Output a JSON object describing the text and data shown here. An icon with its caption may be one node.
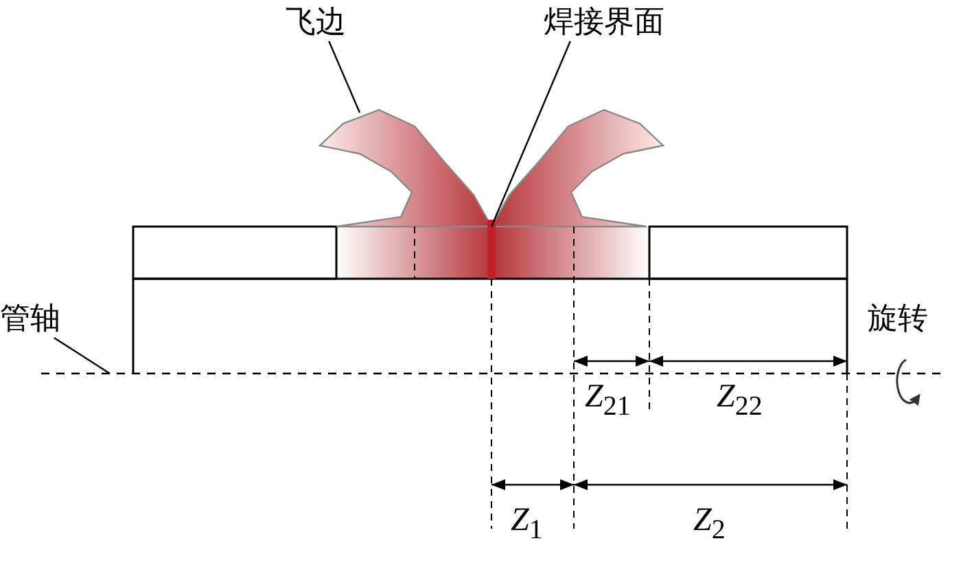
{
  "diagram": {
    "nodes": [
      {
        "text": [
          "飞边"
        ]
      },
      {
        "text": [],
        "shape": "picture"
      },
      {
        "text": [
          "焊接界面"
        ]
      },
      {
        "text": [],
        "shape": "bar"
      },
      {
        "text": [
          "管轴"
        ]
      }
    ],
    "edges": [
      {
        "from": 0,
        "to": 1,
        "arrow": "none"
      },
      {
        "from": 2,
        "to": 3,
        "arrow": "none"
      },
      {
        "from": 4,
        "to": null,
        "arrow": "none"
      }
    ],
    "labels": [
      "旋转",
      "*Z*$_{21}$",
      "*Z*$_{22}$",
      "*Z*$_{1}$",
      "*Z*$_{2}$"
    ]
  }
}
